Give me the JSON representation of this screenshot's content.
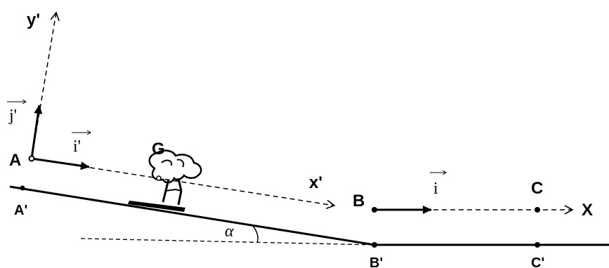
{
  "labels": {
    "y_axis_prime": "y'",
    "x_axis_prime": "x'",
    "x_axis": "X",
    "point_A": "A",
    "point_A_prime": "A'",
    "point_B": "B",
    "point_B_prime": "B'",
    "point_C": "C",
    "point_C_prime": "C'",
    "point_G": "G",
    "vec_i_prime": "i'",
    "vec_j_prime": "j'",
    "vec_i": "i",
    "angle_alpha": "α"
  },
  "colors": {
    "ink": "#000000",
    "background": "#ffffff"
  }
}
